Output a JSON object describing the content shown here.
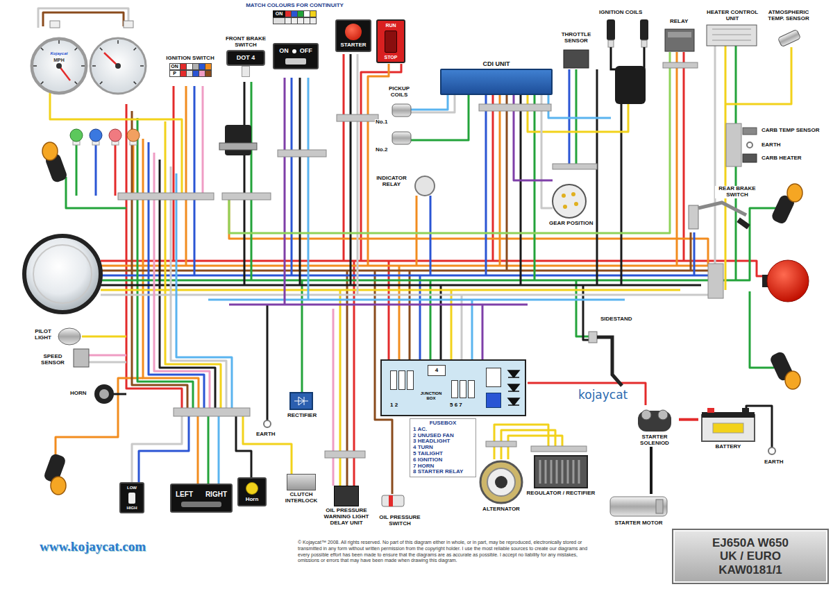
{
  "diagram": {
    "nodes": [
      {
        "text": [
          "MATCH COLOURS FOR CONTINUITY",
          "ON"
        ]
      },
      {
        "text": [
          "IGNITION SWITCH",
          "ON",
          "P"
        ]
      },
      {
        "text": [
          "FRONT BRAKE SWITCH",
          "DOT 4"
        ]
      },
      {
        "text": [
          "ON",
          "OFF"
        ]
      },
      {
        "text": [
          "STARTER"
        ]
      },
      {
        "text": [
          "RUN",
          "STOP"
        ]
      },
      {
        "text": [
          "CDI UNIT"
        ]
      },
      {
        "text": [
          "Kojaycat",
          "MPH"
        ]
      },
      {
        "text": [
          "4",
          "1 2",
          "JUNCTION BOX",
          "5 6 7"
        ]
      },
      {
        "text": [
          "FUSEBOX",
          "1 AC.",
          "2 UNUSED FAN",
          "3 HEADLIGHT",
          "4 TURN",
          "5 TAILIGHT",
          "6 IGNITION",
          "7 HORN",
          "8 STARTER RELAY"
        ]
      },
      {
        "text": [
          "LOW",
          "HIGH"
        ]
      },
      {
        "text": [
          "LEFT",
          "RIGHT"
        ]
      },
      {
        "text": [
          "Horn"
        ]
      },
      {
        "text": [
          "CLUTCH INTERLOCK"
        ]
      },
      {
        "text": [
          "OIL PRESSURE WARNING LIGHT DELAY UNIT"
        ]
      },
      {
        "text": [
          "ALTERNATOR"
        ]
      },
      {
        "text": [
          "REGULATOR / RECTIFIER"
        ]
      },
      {
        "text": [
          "STARTER SOLENIOD"
        ]
      },
      {
        "text": [
          "BATTERY"
        ]
      },
      {
        "text": [
          "STARTER MOTOR"
        ]
      },
      {
        "text": [
          "EJ650A W650",
          "UK / EURO",
          "KAW0181/1"
        ]
      }
    ],
    "edges": [
      {
        "from": 18,
        "to": 17,
        "arrow": "none"
      },
      {
        "from": 17,
        "to": 19,
        "arrow": "none"
      }
    ],
    "labels": [
      "PICKUP COILS",
      "No.1",
      "No.2",
      "IGNITION COILS",
      "RELAY",
      "HEATER CONTROL UNIT",
      "ATMOSPHERIC TEMP. SENSOR",
      "THROTTLE SENSOR",
      "INDICATOR RELAY",
      "GEAR POSITION",
      "CARB TEMP SENSOR",
      "EARTH",
      "CARB HEATER",
      "REAR BRAKE SWITCH",
      "SIDESTAND",
      "PILOT LIGHT",
      "SPEED SENSOR",
      "HORN",
      "kojaycat",
      "RECTIFIER",
      "EARTH",
      "OIL PRESSURE SWITCH",
      "EARTH",
      "www.kojaycat.com",
      "© Kojaycat™ 2008. All rights reserved. No part of this diagram either in whole, or in part, may be reproduced, electronically stored or transmitted in any form without written permission from the copyright holder. I use the most reliable sources to create our diagrams and every possible effort has been made to ensure that the diagrams are as accurate as possible. I accept no liability for any mistakes, omissions or errors that may have been made when drawing this diagram."
    ]
  }
}
